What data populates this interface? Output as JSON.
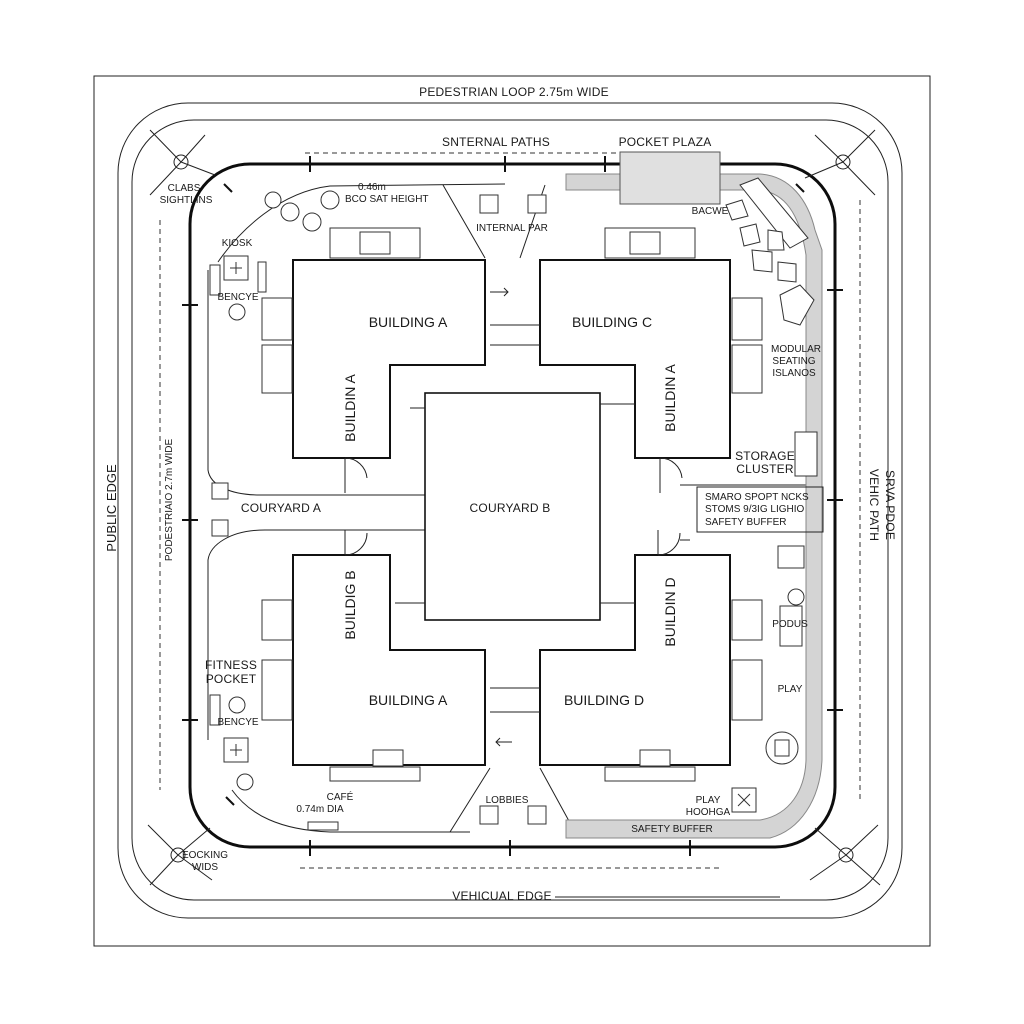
{
  "edges": {
    "top": "PEDESTRIAN LOOP 2.75m WIDE",
    "bottom": "VEHICUAL EDGE",
    "left": "PUBLIC EDGE",
    "left_inner": "PODESTRIAIO 2.7m WIDE",
    "right_a": "VEHIC PATH",
    "right_b": "SRVA PDOE"
  },
  "top_labels": {
    "internal_paths": "SNTERNAL PATHS",
    "pocket_plaza": "POCKET PLAZA",
    "seat_a": "0.46m",
    "seat_b": "BCO SAT HEIGHT",
    "internal_par": "INTERNAL PAR",
    "bacwe": "BACWE"
  },
  "left_labels": {
    "clabs_a": "CLABS",
    "clabs_b": "SIGHTLINS",
    "kiosk": "KIOSK",
    "bench_top": "BENCYE",
    "courtyard_a": "COURYARD A",
    "fitness_a": "FITNESS",
    "fitness_b": "POCKET",
    "bench_bottom": "BENCYE",
    "cafe_a": "CAFÉ",
    "cafe_b": "0.74m DIA",
    "corner_a": "EOCKING",
    "corner_b": "WIDS"
  },
  "buildings": {
    "a_top": "BUILDING A",
    "a_top_vert": "BUILDIN A",
    "c": "BUILDING C",
    "c_vert": "BUILDIN A",
    "b_vert": "BUILDIG B",
    "a_bottom": "BUILDING A",
    "d": "BUILDING D",
    "d_vert": "BUILDIN D"
  },
  "courtyard_b": "COURYARD B",
  "right_labels": {
    "modular_a": "MODULAR",
    "modular_b": "SEATING",
    "modular_c": "ISLANOS",
    "storage_a": "STORAGE",
    "storage_b": "CLUSTER",
    "box_a": "SMARO SPOPT NCKS",
    "box_b": "STOMS 9/3IG LIGHIO",
    "box_c": "SAFETY BUFFER",
    "podus": "PODUS",
    "play": "PLAY",
    "play_housing_a": "PLAY",
    "play_housing_b": "HOOHGA",
    "safety_buffer": "SAFETY BUFFER"
  },
  "bottom_labels": {
    "lobbies": "LOBBIES"
  }
}
